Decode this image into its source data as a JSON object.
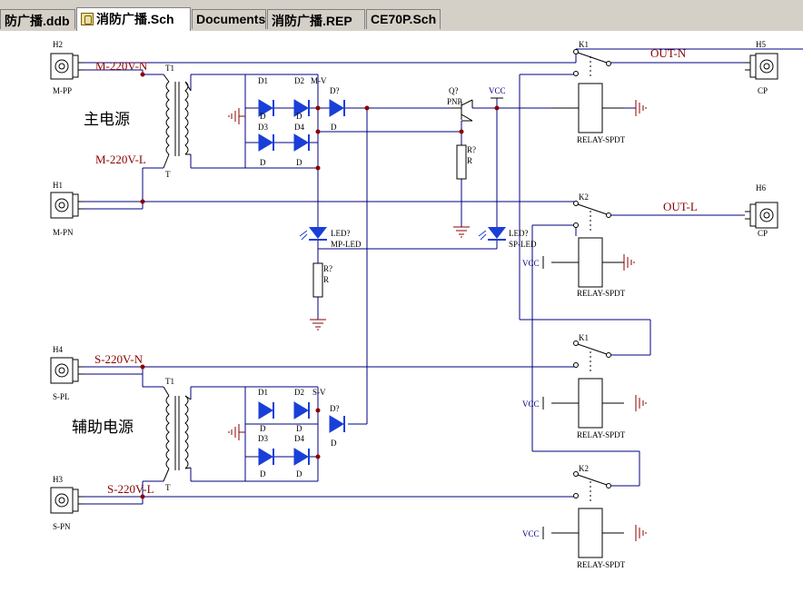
{
  "tabs": [
    {
      "label": "防广播.ddb",
      "active": false
    },
    {
      "label": "消防广播.Sch",
      "active": true
    },
    {
      "label": "Documents",
      "active": false
    },
    {
      "label": "消防广播.REP",
      "active": false
    },
    {
      "label": "CE70P.Sch",
      "active": false
    }
  ],
  "schematic": {
    "connectors": {
      "h2": {
        "ref": "H2",
        "name": "M-PP"
      },
      "h1": {
        "ref": "H1",
        "name": "M-PN"
      },
      "h4": {
        "ref": "H4",
        "name": "S-PL"
      },
      "h3": {
        "ref": "H3",
        "name": "S-PN"
      },
      "h5": {
        "ref": "H5",
        "name": "CP"
      },
      "h6": {
        "ref": "H6",
        "name": "CP"
      }
    },
    "nets": {
      "m_n": "M-220V-N",
      "m_l": "M-220V-L",
      "s_n": "S-220V-N",
      "s_l": "S-220V-L",
      "out_n": "OUT-N",
      "out_l": "OUT-L",
      "m_v": "M-V",
      "s_v": "S-V",
      "vcc": "VCC"
    },
    "sections": {
      "main_power": "主电源",
      "aux_power": "辅助电源"
    },
    "transformer": {
      "ref": "T1",
      "type": "T"
    },
    "diodes": {
      "d1": "D1",
      "d2": "D2",
      "d3": "D3",
      "d4": "D4",
      "dq": "D?",
      "type": "D"
    },
    "transistor": {
      "ref": "Q?",
      "type": "PNP"
    },
    "resistor": {
      "ref": "R?",
      "type": "R"
    },
    "leds": {
      "ref": "LED?",
      "mp": "MP-LED",
      "sp": "SP-LED"
    },
    "relays": {
      "k1": "K1",
      "k2": "K2",
      "type": "RELAY-SPDT"
    }
  }
}
